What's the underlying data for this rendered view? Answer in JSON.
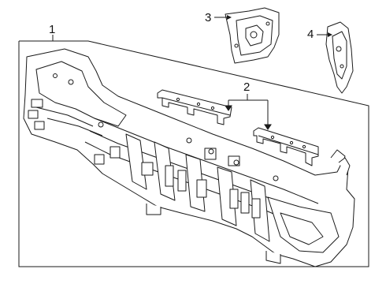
{
  "diagram": {
    "callouts": [
      {
        "id": "1",
        "label": "1"
      },
      {
        "id": "2",
        "label": "2"
      },
      {
        "id": "3",
        "label": "3"
      },
      {
        "id": "4",
        "label": "4"
      }
    ],
    "line_color": "#1a1a1a",
    "background": "#ffffff"
  }
}
